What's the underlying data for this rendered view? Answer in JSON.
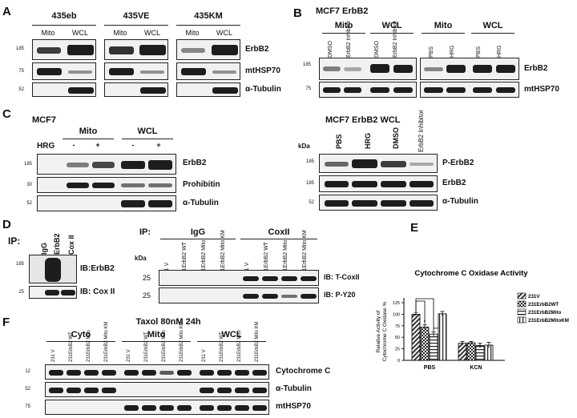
{
  "letters": {
    "a": "A",
    "b": "B",
    "c": "C",
    "d": "D",
    "e": "E",
    "f": "F"
  },
  "kda": "kDa",
  "A": {
    "groups": [
      "435eb",
      "435VE",
      "435KM"
    ],
    "lanes": [
      "Mito",
      "WCL"
    ],
    "markers": [
      "185",
      "75",
      "52"
    ],
    "rows": [
      "ErbB2",
      "mtHSP70",
      "α-Tubulin"
    ]
  },
  "B": {
    "title": "MCF7 ErbB2",
    "left_groups": [
      "Mito",
      "WCL"
    ],
    "right_groups": [
      "Mito",
      "WCL"
    ],
    "left_lanes": [
      "DMSO",
      "ErbB2 Inhibitor",
      "DMSO",
      "ErbB2 Inhibitor"
    ],
    "right_lanes": [
      "PBS",
      "HRG",
      "PBS",
      "HRG"
    ],
    "markers": [
      "185",
      "75"
    ],
    "rows": [
      "ErbB2",
      "mtHSP70"
    ]
  },
  "C": {
    "title": "MCF7",
    "groups": [
      "Mito",
      "WCL"
    ],
    "hrg_label": "HRG",
    "signs": [
      "-",
      "+",
      "-",
      "+"
    ],
    "markers": [
      "185",
      "30",
      "52"
    ],
    "rows": [
      "ErbB2",
      "Prohibitin",
      "α-Tubulin"
    ],
    "right_title": "MCF7 ErbB2 WCL",
    "right_lanes": [
      "PBS",
      "HRG",
      "DMSO",
      "ErbB2 Inhibitor"
    ],
    "right_markers": [
      "185",
      "185",
      "52"
    ],
    "right_rows": [
      "P-ErbB2",
      "ErbB2",
      "α-Tubulin"
    ]
  },
  "D": {
    "ip": "IP:",
    "lanes": [
      "IgG",
      "ErbB2",
      "Cox II"
    ],
    "markers": [
      "185",
      "25"
    ],
    "rows": [
      "IB:ErbB2",
      "IB: Cox II"
    ],
    "right_ip": "IP:",
    "right_groups": [
      "IgG",
      "CoxII"
    ],
    "right_lanes": [
      "231 V",
      "231ErbB2 WT",
      "231ErbB2 Mito",
      "231ErbB2 Mito KM",
      "231 V",
      "231ErbB2 WT",
      "231ErbB2 Mito",
      "231ErbB2 Mito KM"
    ],
    "right_markers": [
      "25",
      "25"
    ],
    "right_rows": [
      "IB: T-CoxII",
      "IB: P-Y20"
    ]
  },
  "E": {
    "chart_data": {
      "type": "bar",
      "title": "Cytochrome C Oxidase Activity",
      "ylabel": "Relative Activity of Cytochrome C Oxidase %",
      "categories": [
        "PBS",
        "KCN"
      ],
      "yticks": [
        "0",
        "25",
        "50",
        "75",
        "100",
        "125"
      ],
      "ylim": [
        0,
        125
      ],
      "series": [
        {
          "name": "231V",
          "values": [
            100,
            37
          ],
          "errors": [
            4,
            4
          ]
        },
        {
          "name": "231ErbB2WT",
          "values": [
            72,
            38
          ],
          "errors": [
            5,
            3
          ]
        },
        {
          "name": "231ErbB2Mito",
          "values": [
            57,
            32
          ],
          "errors": [
            5,
            5
          ]
        },
        {
          "name": "231ErbB2MitoKM",
          "values": [
            101,
            33
          ],
          "errors": [
            5,
            6
          ]
        }
      ],
      "annotations": [
        "*",
        "**"
      ],
      "legend_position": "right"
    }
  },
  "F": {
    "title": "Taxol 80nM 24h",
    "groups": [
      "Cyto",
      "Mito",
      "WCL"
    ],
    "lanes": [
      "231 V",
      "231ErbB2 WT",
      "231ErbB2 Mito",
      "231ErbB2 Mito KM"
    ],
    "markers": [
      "12",
      "52",
      "75"
    ],
    "rows": [
      "Cytochrome C",
      "α-Tubulin",
      "mtHSP70"
    ]
  }
}
